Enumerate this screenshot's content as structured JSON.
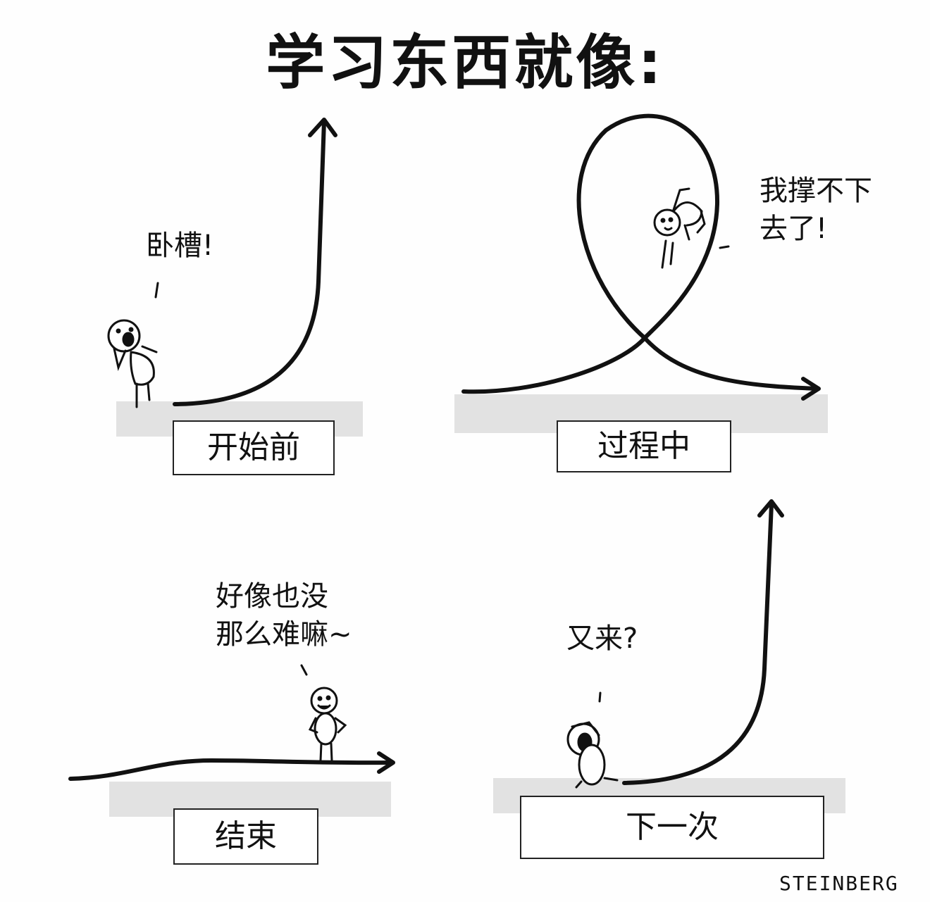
{
  "title": "学习东西就像:",
  "panels": [
    {
      "label": "开始前",
      "speech": "卧槽!"
    },
    {
      "label": "过程中",
      "speech_line1": "我撑不下",
      "speech_line2": "去了!"
    },
    {
      "label": "结束",
      "speech_line1": "好像也没",
      "speech_line2": "那么难嘛~"
    },
    {
      "label": "下一次",
      "speech": "又来?"
    }
  ],
  "signature": "STEINBERG"
}
